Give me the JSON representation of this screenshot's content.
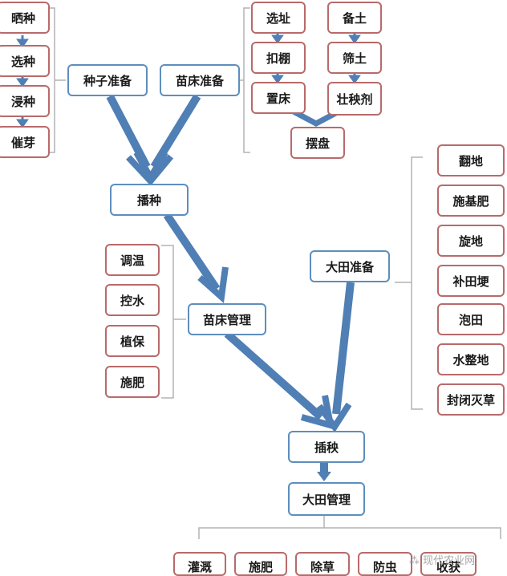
{
  "diagram": {
    "seed_steps": [
      "晒种",
      "选种",
      "浸种",
      "催芽"
    ],
    "seed_prep": "种子准备",
    "bed_prep": "苗床准备",
    "bed_steps_left": [
      "选址",
      "扣棚",
      "置床"
    ],
    "bed_steps_right": [
      "备土",
      "筛土",
      "壮秧剂"
    ],
    "tray": "摆盘",
    "sowing": "播种",
    "nursery_steps": [
      "调温",
      "控水",
      "植保",
      "施肥"
    ],
    "nursery_mgmt": "苗床管理",
    "field_prep": "大田准备",
    "field_steps": [
      "翻地",
      "施基肥",
      "旋地",
      "补田埂",
      "泡田",
      "水整地",
      "封闭灭草"
    ],
    "transplant": "插秧",
    "field_mgmt": "大田管理",
    "bottom_steps_partial": [
      "灌溉",
      "施肥",
      "除草",
      "防虫",
      "收获"
    ]
  },
  "watermark": "⁂ 现代农业网",
  "colors": {
    "arrow": "#4f7fb4",
    "red_border": "#b86a6a",
    "blue_border": "#5d8ebd",
    "bracket": "#b3b3b3"
  }
}
